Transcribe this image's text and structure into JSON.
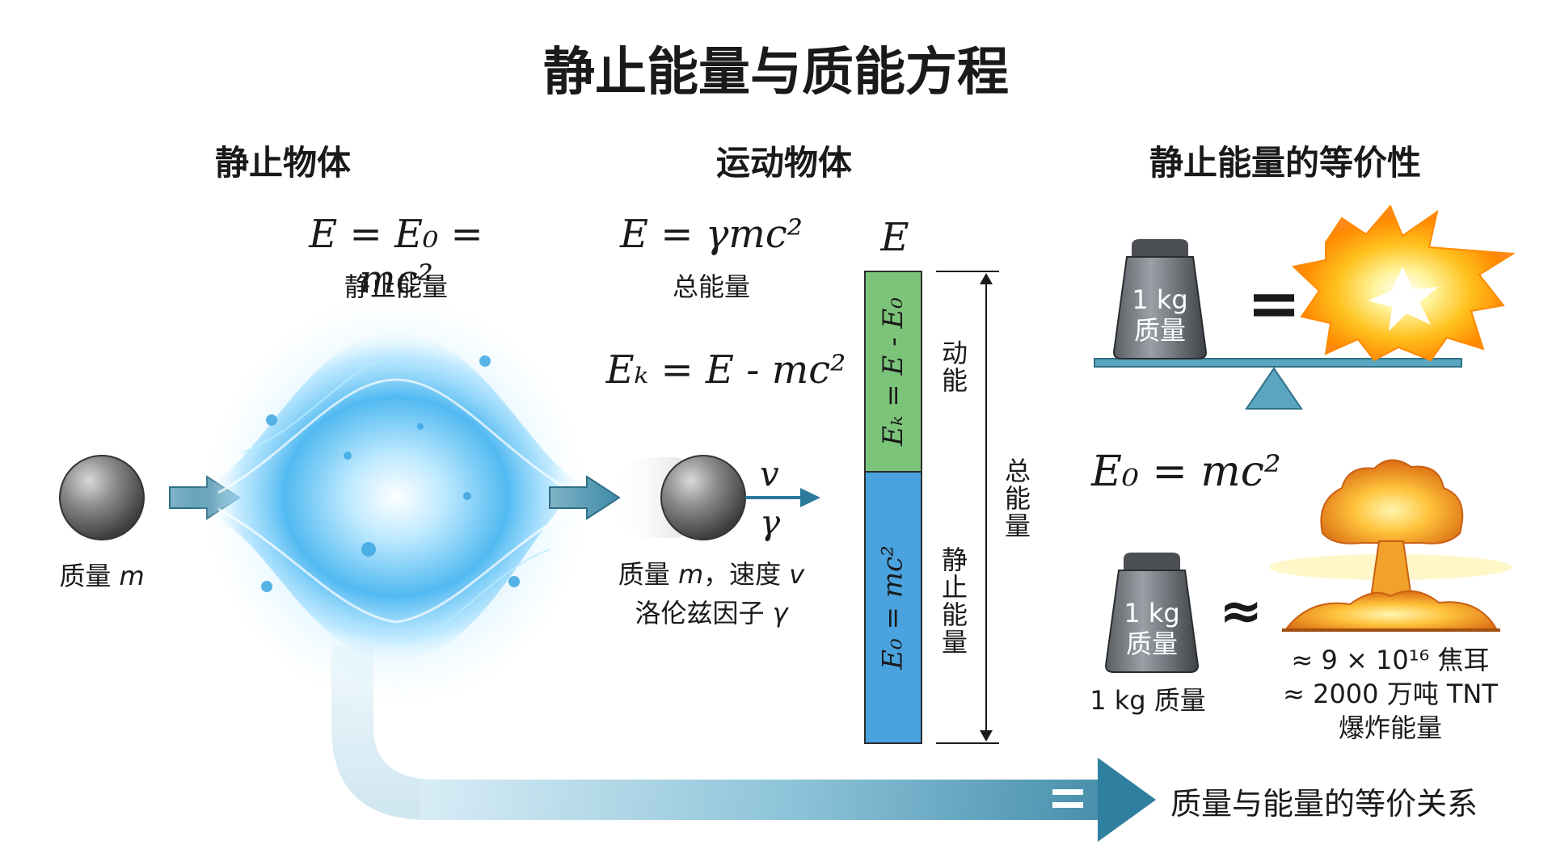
{
  "title": "静止能量与质能方程",
  "sections": {
    "rest": "静止物体",
    "moving": "运动物体",
    "equivalence": "静止能量的等价性"
  },
  "rest": {
    "formula": "E = E₀ = mc²",
    "formula_label": "静止能量",
    "mass_label_text": "质量",
    "mass_symbol": "m"
  },
  "moving": {
    "total_formula": "E = γmc²",
    "total_label": "总能量",
    "kinetic_formula": "Eₖ = E - mc²",
    "velocity_symbol": "v",
    "gamma_symbol": "γ",
    "caption_line1_a": "质量 ",
    "caption_line1_m": "m",
    "caption_line1_b": "，速度 ",
    "caption_line1_v": "v",
    "caption_line2_a": "洛伦兹因子 ",
    "caption_line2_g": "γ"
  },
  "energy_bar": {
    "top_label": "E",
    "kinetic_segment": "Eₖ = E - E₀",
    "rest_segment": "E₀ = mc²",
    "kinetic_side": "动能",
    "rest_side": "静止能量",
    "total_side": "总能量",
    "kinetic_color": "#7cc47a",
    "rest_color": "#4aa3df"
  },
  "equivalence": {
    "weight_text_1": "1 kg",
    "weight_text_2": "质量",
    "equals_sign": "=",
    "formula": "E₀ = mc²",
    "approx_sign": "≈",
    "weight_caption": "1 kg 质量",
    "energy_line1": "≈ 9 × 10¹⁶ 焦耳",
    "energy_line2": "≈ 2000 万吨 TNT",
    "energy_line3": "爆炸能量"
  },
  "bottom": {
    "equals_sign": "=",
    "caption": "质量与能量的等价关系"
  }
}
